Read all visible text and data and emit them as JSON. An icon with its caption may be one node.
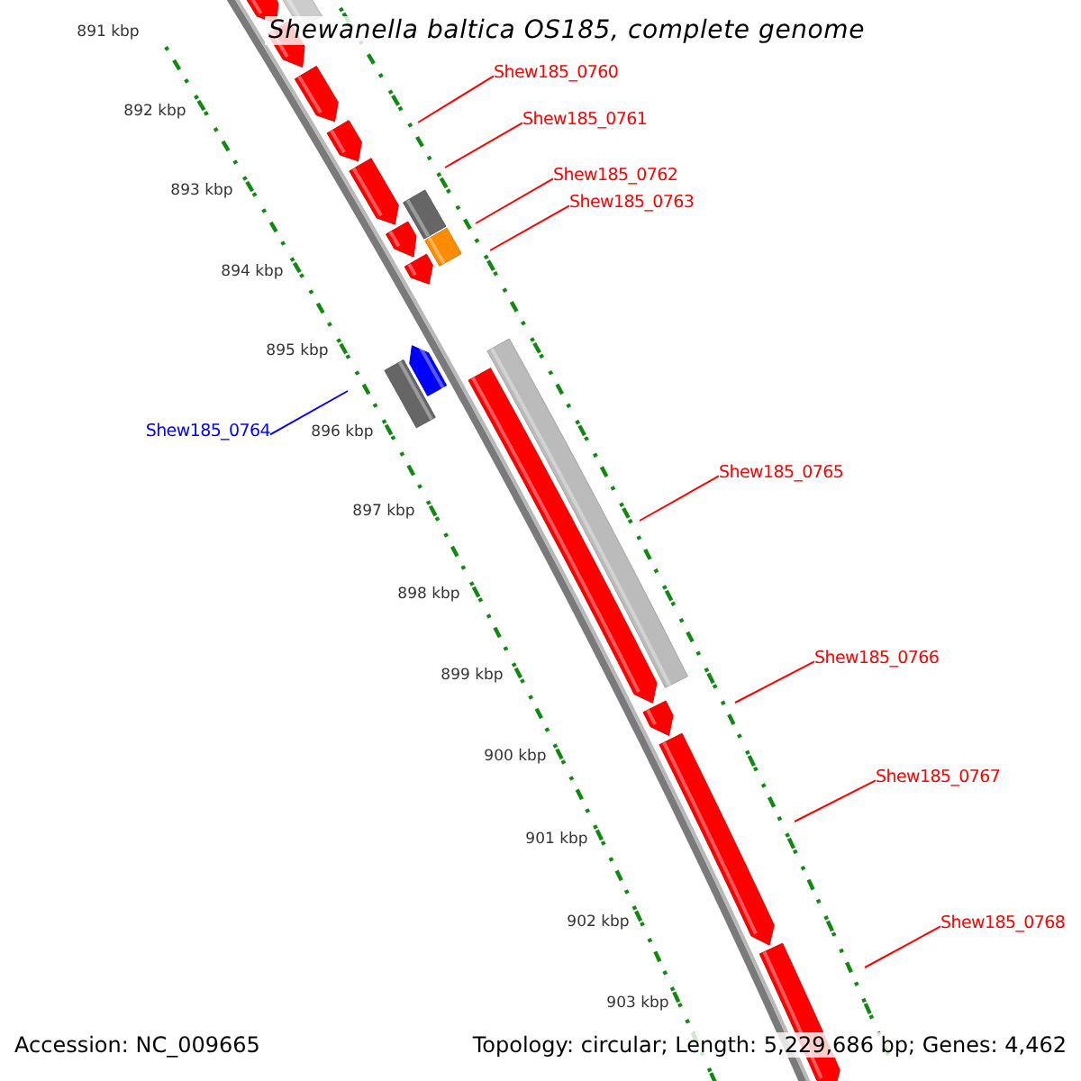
{
  "diagram": {
    "title": "Shewanella baltica OS185, complete genome",
    "nodes": [
      {
        "text": [
          "Shew185_0760"
        ]
      },
      {
        "text": [
          "Shew185_0761"
        ]
      },
      {
        "text": [
          "Shew185_0762"
        ]
      },
      {
        "text": [
          "Shew185_0763"
        ]
      },
      {
        "text": [
          "Shew185_0764"
        ]
      },
      {
        "text": [
          "Shew185_0765"
        ]
      },
      {
        "text": [
          "Shew185_0766"
        ]
      },
      {
        "text": [
          "Shew185_0767"
        ]
      },
      {
        "text": [
          "Shew185_0768"
        ]
      }
    ],
    "edges": [
      {
        "from": 0,
        "to": null,
        "arrow": "none"
      },
      {
        "from": 1,
        "to": null,
        "arrow": "none"
      },
      {
        "from": 2,
        "to": null,
        "arrow": "none"
      },
      {
        "from": 3,
        "to": null,
        "arrow": "none"
      },
      {
        "from": 4,
        "to": null,
        "arrow": "none",
        "color": "#0000ff"
      },
      {
        "from": 5,
        "to": null,
        "arrow": "none"
      },
      {
        "from": 6,
        "to": null,
        "arrow": "none"
      },
      {
        "from": 7,
        "to": null,
        "arrow": "none"
      },
      {
        "from": 8,
        "to": null,
        "arrow": "none"
      }
    ],
    "labels": [
      "891 kbp",
      "892 kbp",
      "893 kbp",
      "894 kbp",
      "895 kbp",
      "896 kbp",
      "897 kbp",
      "898 kbp",
      "899 kbp",
      "900 kbp",
      "901 kbp",
      "902 kbp",
      "903 kbp",
      "Accession: NC_009665",
      "Topology: circular; Length: 5,229,686 bp; Genes: 4,462"
    ]
  }
}
